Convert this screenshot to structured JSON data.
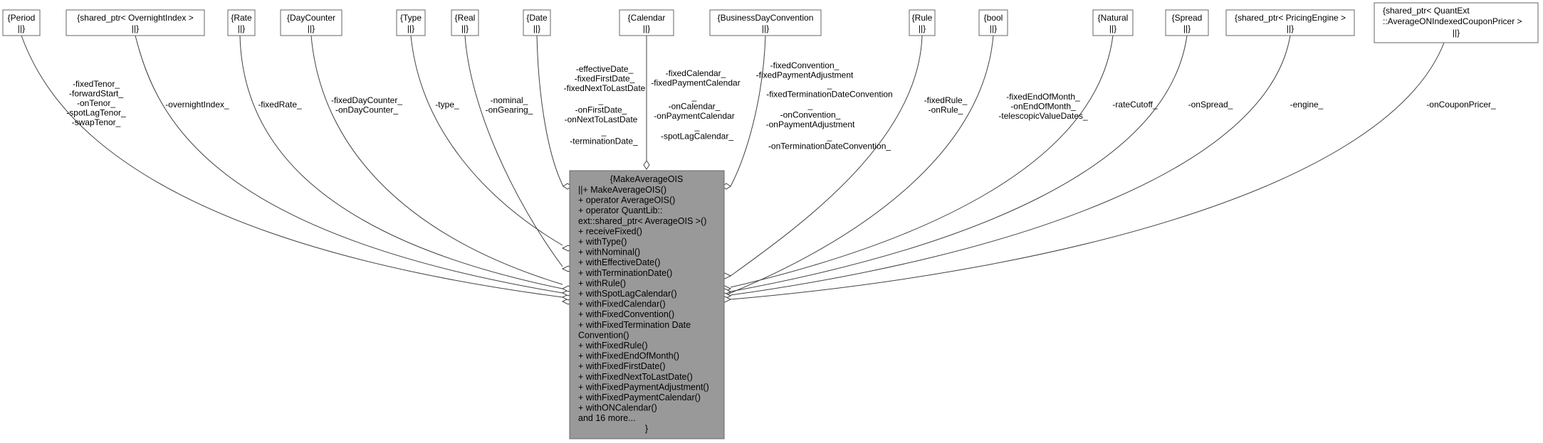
{
  "main_class": {
    "title": "{MakeAverageOIS",
    "members": [
      "||+ MakeAverageOIS()",
      "+ operator AverageOIS()",
      "+ operator QuantLib::",
      "ext::shared_ptr< AverageOIS >()",
      "+ receiveFixed()",
      "+ withType()",
      "+ withNominal()",
      "+ withEffectiveDate()",
      "+ withTerminationDate()",
      "+ withRule()",
      "+ withSpotLagCalendar()",
      "+ withFixedCalendar()",
      "+ withFixedConvention()",
      "+ withFixedTermination Date",
      "Convention()",
      "+ withFixedRule()",
      "+ withFixedEndOfMonth()",
      "+ withFixedFirstDate()",
      "+ withFixedNextToLastDate()",
      "+ withFixedPaymentAdjustment()",
      "+ withFixedPaymentCalendar()",
      "+ withONCalendar()",
      "and 16 more...",
      "}"
    ]
  },
  "type_boxes": [
    {
      "name": "type-box-period",
      "lines": [
        "{Period",
        "||}"
      ]
    },
    {
      "name": "type-box-shared-ptr-overnight-index",
      "lines": [
        "{shared_ptr< OvernightIndex >",
        "||}"
      ]
    },
    {
      "name": "type-box-rate",
      "lines": [
        "{Rate",
        "||}"
      ]
    },
    {
      "name": "type-box-day-counter",
      "lines": [
        "{DayCounter",
        "||}"
      ]
    },
    {
      "name": "type-box-type",
      "lines": [
        "{Type",
        "||}"
      ]
    },
    {
      "name": "type-box-real",
      "lines": [
        "{Real",
        "||}"
      ]
    },
    {
      "name": "type-box-date",
      "lines": [
        "{Date",
        "||}"
      ]
    },
    {
      "name": "type-box-calendar",
      "lines": [
        "{Calendar",
        "||}"
      ]
    },
    {
      "name": "type-box-business-day-convention",
      "lines": [
        "{BusinessDayConvention",
        "||}"
      ]
    },
    {
      "name": "type-box-rule",
      "lines": [
        "{Rule",
        "||}"
      ]
    },
    {
      "name": "type-box-bool",
      "lines": [
        "{bool",
        "||}"
      ]
    },
    {
      "name": "type-box-natural",
      "lines": [
        "{Natural",
        "||}"
      ]
    },
    {
      "name": "type-box-spread",
      "lines": [
        "{Spread",
        "||}"
      ]
    },
    {
      "name": "type-box-shared-ptr-pricing-engine",
      "lines": [
        "{shared_ptr< PricingEngine >",
        "||}"
      ]
    },
    {
      "name": "type-box-shared-ptr-coupon-pricer",
      "lines": [
        "{shared_ptr< QuantExt",
        "::AverageONIndexedCouponPricer >",
        "||}"
      ]
    }
  ],
  "edge_labels": [
    {
      "name": "label-period-members",
      "lines": [
        "-fixedTenor_",
        "-forwardStart_",
        "-onTenor_",
        "-spotLagTenor_",
        "-swapTenor_"
      ]
    },
    {
      "name": "label-overnight-index",
      "lines": [
        "-overnightIndex_"
      ]
    },
    {
      "name": "label-fixed-rate",
      "lines": [
        "-fixedRate_"
      ]
    },
    {
      "name": "label-day-counter-members",
      "lines": [
        "-fixedDayCounter_",
        "-onDayCounter_"
      ]
    },
    {
      "name": "label-type",
      "lines": [
        "-type_"
      ]
    },
    {
      "name": "label-real-members",
      "lines": [
        "-nominal_",
        "-onGearing_"
      ]
    },
    {
      "name": "label-date-members-1",
      "lines": [
        "-effectiveDate_",
        "-fixedFirstDate_",
        "-fixedNextToLastDate"
      ]
    },
    {
      "name": "label-date-members-2",
      "lines": [
        "_",
        "-onFirstDate_",
        "-onNextToLastDate"
      ]
    },
    {
      "name": "label-date-members-3",
      "lines": [
        "_",
        "-terminationDate_"
      ]
    },
    {
      "name": "label-calendar-members-1",
      "lines": [
        "-fixedCalendar_",
        "-fixedPaymentCalendar"
      ]
    },
    {
      "name": "label-calendar-members-2",
      "lines": [
        "_",
        "-onCalendar_",
        "-onPaymentCalendar"
      ]
    },
    {
      "name": "label-calendar-members-3",
      "lines": [
        "_",
        "-spotLagCalendar_"
      ]
    },
    {
      "name": "label-convention-members-1",
      "lines": [
        "-fixedConvention_",
        "-fixedPaymentAdjustment"
      ]
    },
    {
      "name": "label-convention-members-2",
      "lines": [
        "_",
        "-fixedTerminationDateConvention"
      ]
    },
    {
      "name": "label-convention-members-3",
      "lines": [
        "_",
        "-onConvention_",
        "-onPaymentAdjustment"
      ]
    },
    {
      "name": "label-convention-members-4",
      "lines": [
        "_",
        "-onTerminationDateConvention_"
      ]
    },
    {
      "name": "label-rule-members",
      "lines": [
        "-fixedRule_",
        "-onRule_"
      ]
    },
    {
      "name": "label-bool-members",
      "lines": [
        "-fixedEndOfMonth_",
        "-onEndOfMonth_",
        "-telescopicValueDates_"
      ]
    },
    {
      "name": "label-rate-cutoff",
      "lines": [
        "-rateCutoff_"
      ]
    },
    {
      "name": "label-on-spread",
      "lines": [
        "-onSpread_"
      ]
    },
    {
      "name": "label-engine",
      "lines": [
        "-engine_"
      ]
    },
    {
      "name": "label-on-coupon-pricer",
      "lines": [
        "-onCouponPricer_"
      ]
    }
  ]
}
